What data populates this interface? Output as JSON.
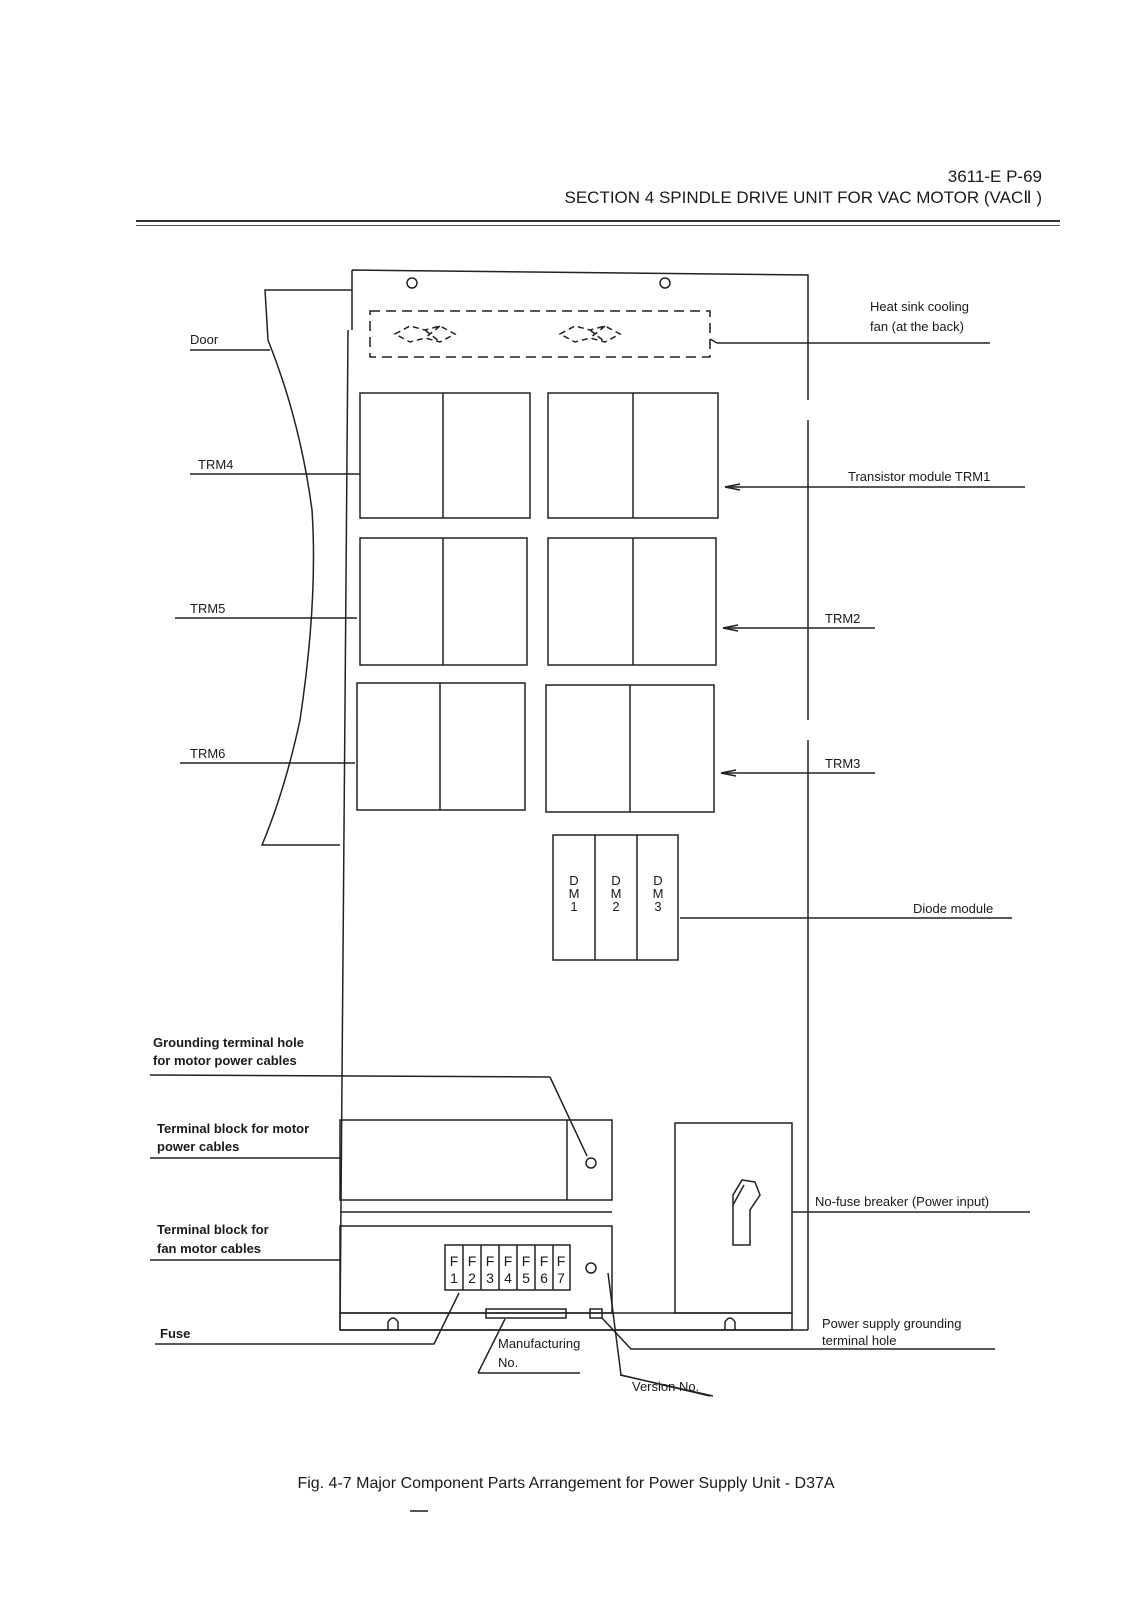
{
  "header": {
    "page_ref": "3611-E  P-69",
    "section": "SECTION 4  SPINDLE DRIVE UNIT FOR VAC MOTOR (VACⅡ )"
  },
  "labels": {
    "door": "Door",
    "trm4": "TRM4",
    "trm5": "TRM5",
    "trm6": "TRM6",
    "fan_line1": "Heat sink cooling",
    "fan_line2": "fan (at the back)",
    "trm1": "Transistor module TRM1",
    "trm2": "TRM2",
    "trm3": "TRM3",
    "diode": "Diode module",
    "ground_line1": "Grounding terminal hole",
    "ground_line2": "for motor power cables",
    "termblock_line1": "Terminal block for motor",
    "termblock_line2": "power cables",
    "fanblock_line1": "Terminal block for",
    "fanblock_line2": "fan motor cables",
    "fuse": "Fuse",
    "mfg_line1": "Manufacturing",
    "mfg_line2": "No.",
    "version": "Version No.",
    "breaker": "No-fuse breaker (Power input)",
    "psg_line1": "Power supply grounding",
    "psg_line2": "terminal hole"
  },
  "diode_modules": [
    {
      "d": "D",
      "m": "M",
      "n": "1"
    },
    {
      "d": "D",
      "m": "M",
      "n": "2"
    },
    {
      "d": "D",
      "m": "M",
      "n": "3"
    }
  ],
  "fuses": [
    {
      "f": "F",
      "n": "1"
    },
    {
      "f": "F",
      "n": "2"
    },
    {
      "f": "F",
      "n": "3"
    },
    {
      "f": "F",
      "n": "4"
    },
    {
      "f": "F",
      "n": "5"
    },
    {
      "f": "F",
      "n": "6"
    },
    {
      "f": "F",
      "n": "7"
    }
  ],
  "caption": "Fig. 4-7  Major Component Parts Arrangement for Power Supply Unit - D37A"
}
